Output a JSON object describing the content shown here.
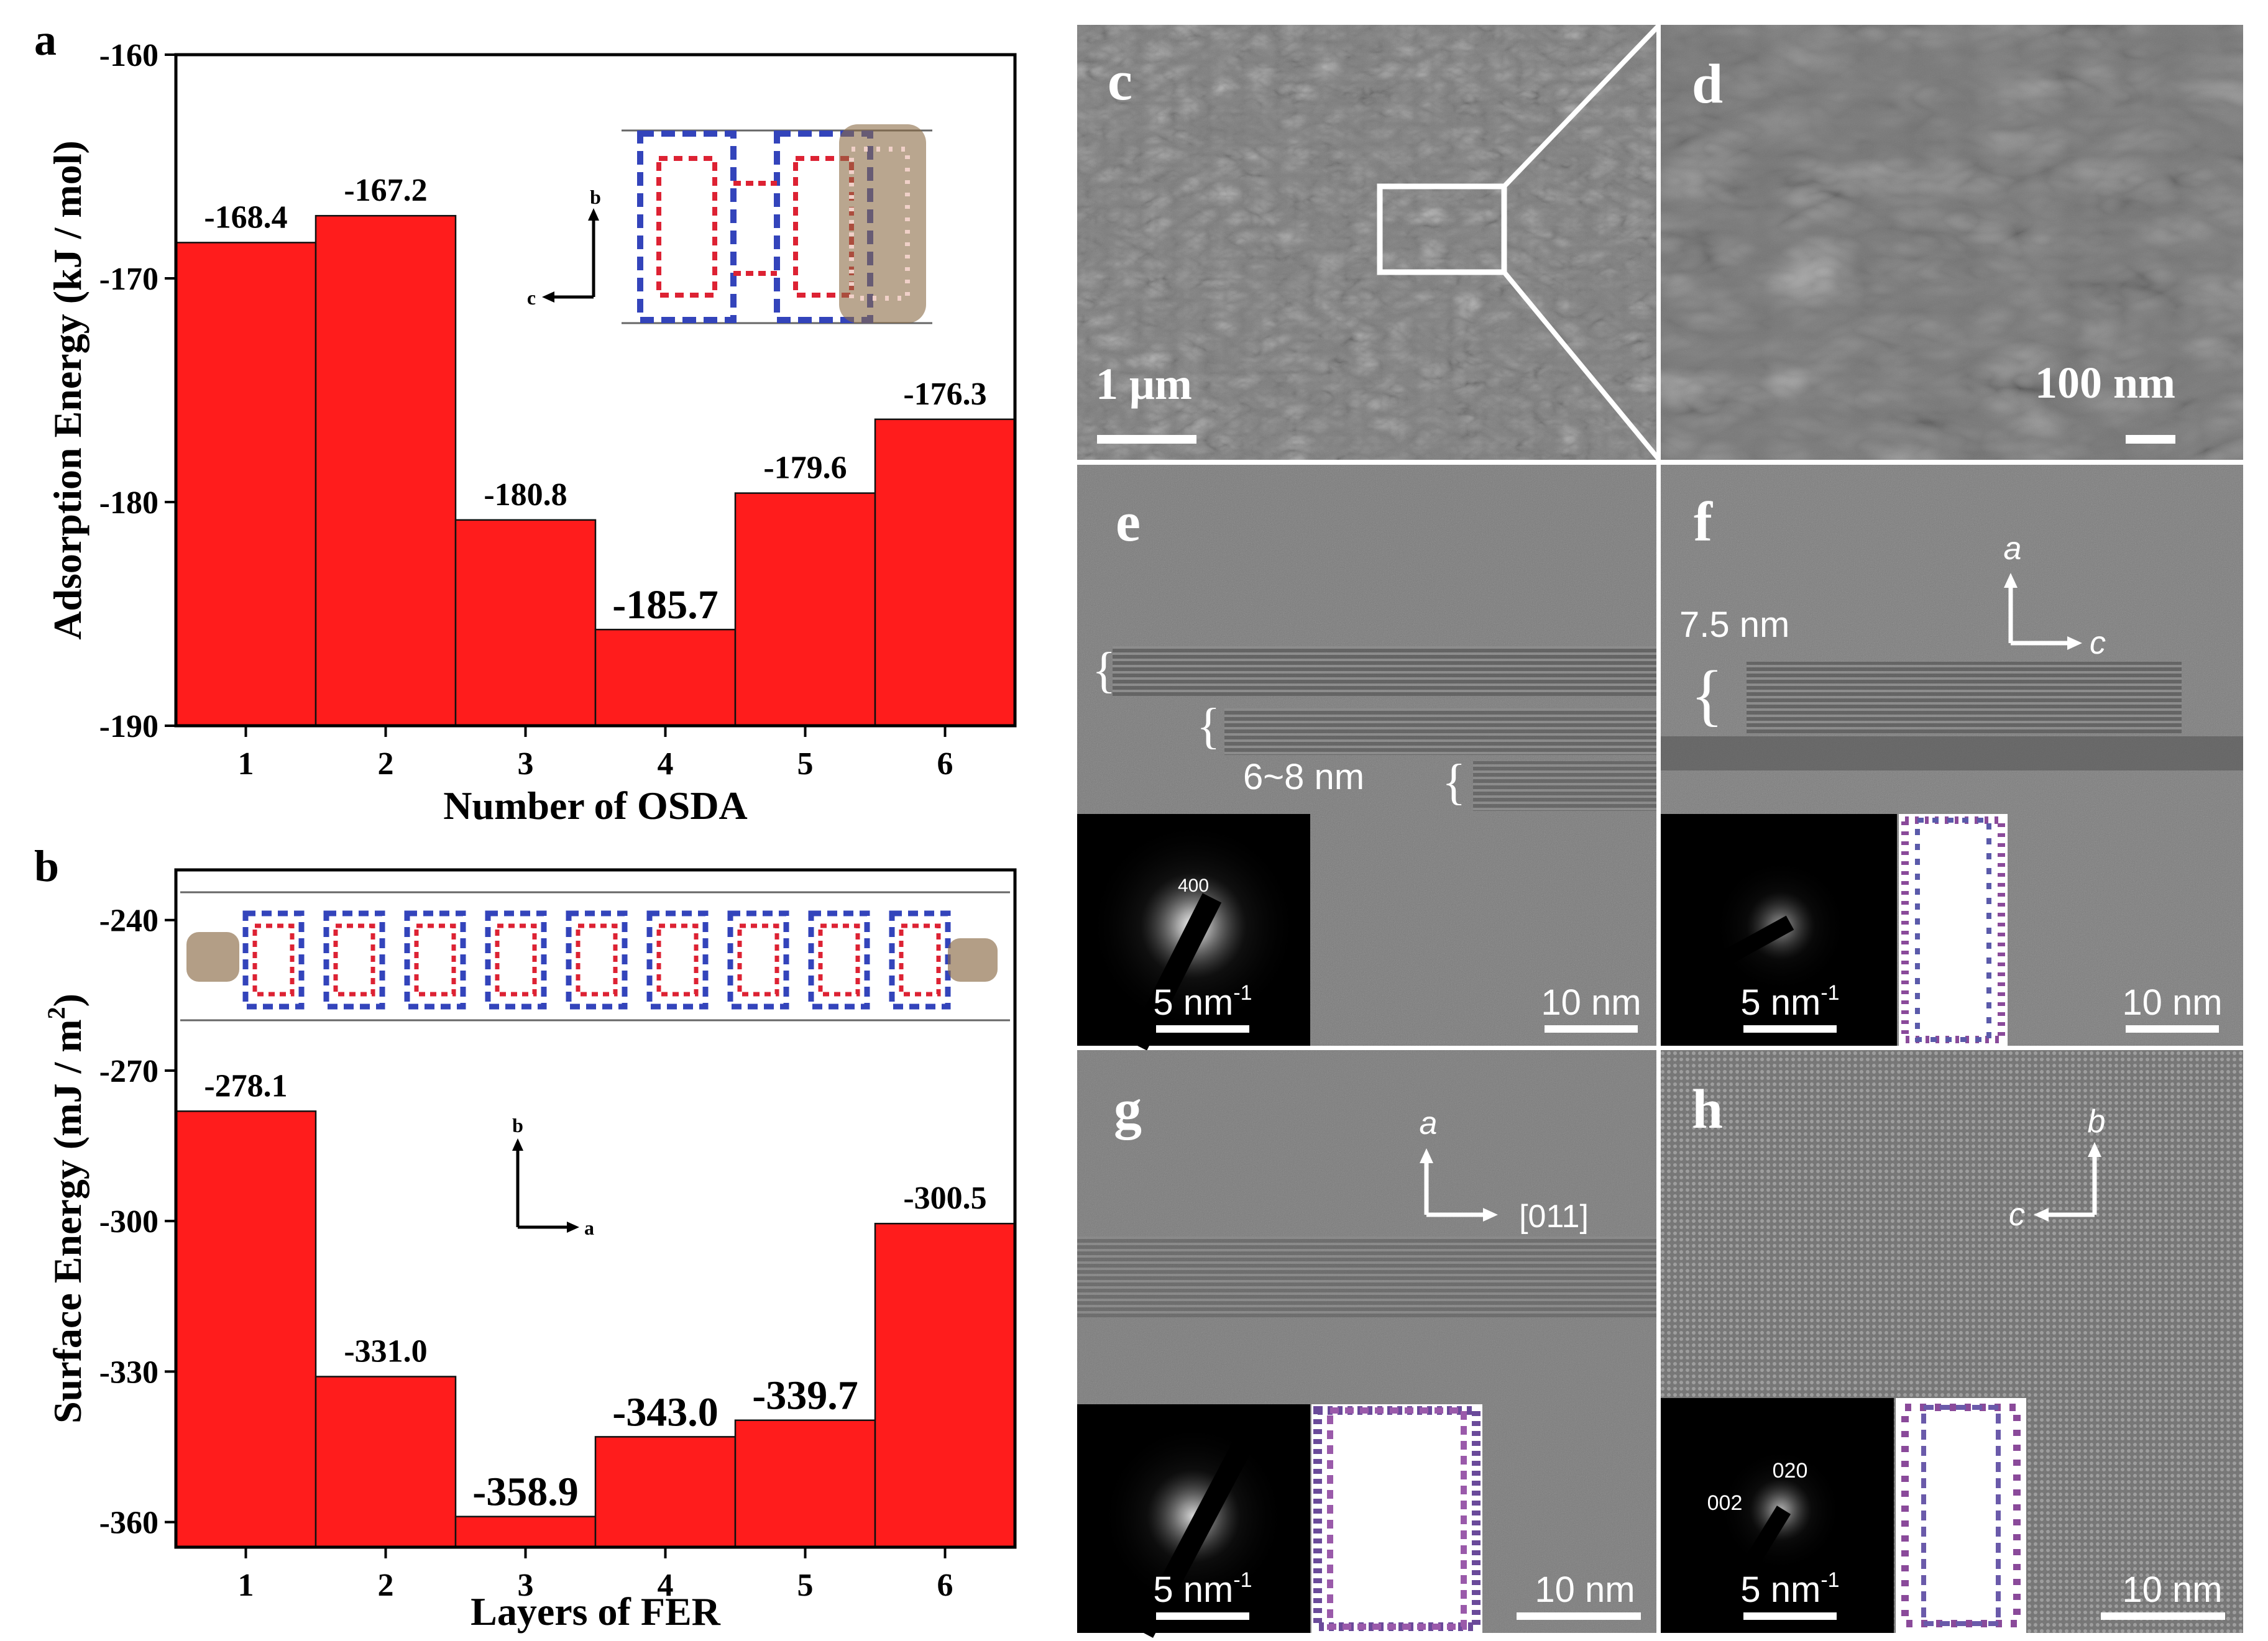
{
  "colors": {
    "bar": "#ff1c1c",
    "bar_stroke": "#111111",
    "atom_si": "#3344bb",
    "atom_o": "#dd2233",
    "osda": "#8a6a45",
    "micrograph_bg": "#808080",
    "scale_white": "#ffffff"
  },
  "chart_data": [
    {
      "panel": "a",
      "type": "bar",
      "categories": [
        "1",
        "2",
        "3",
        "4",
        "5",
        "6"
      ],
      "values": [
        -168.4,
        -167.2,
        -180.8,
        -185.7,
        -179.6,
        -176.3
      ],
      "value_labels": [
        "-168.4",
        "-167.2",
        "-180.8",
        "-185.7",
        "-179.6",
        "-176.3"
      ],
      "xlabel": "Number of OSDA",
      "ylabel": "Adsorption Energy (kJ / mol)",
      "ylim": [
        -190,
        -160
      ],
      "yticks": [
        "-160",
        "-170",
        "-180",
        "-190"
      ],
      "inset_axes": {
        "vertical": "b",
        "horizontal": "c"
      }
    },
    {
      "panel": "b",
      "type": "bar",
      "categories": [
        "1",
        "2",
        "3",
        "4",
        "5",
        "6"
      ],
      "values": [
        -278.1,
        -331.0,
        -358.9,
        -343.0,
        -339.7,
        -300.5
      ],
      "value_labels": [
        "-278.1",
        "-331.0",
        "-358.9",
        "-343.0",
        "-339.7",
        "-300.5"
      ],
      "xlabel": "Layers of FER",
      "ylabel": "Surface Energy (mJ / m",
      "ylabel_sup": "2",
      "ylabel_end": ")",
      "ylim": [
        -365,
        -230
      ],
      "yticks": [
        "-240",
        "-270",
        "-300",
        "-330",
        "-360"
      ],
      "inset_axes": {
        "vertical": "b",
        "horizontal": "a"
      }
    }
  ],
  "micrographs": {
    "c": {
      "label": "c",
      "scale": "1 μm"
    },
    "d": {
      "label": "d",
      "scale": "100 nm"
    },
    "e": {
      "label": "e",
      "scale": "10 nm",
      "thickness": "6~8 nm",
      "saed_scale": "5 nm",
      "saed_sup": "-1",
      "spot": "400"
    },
    "f": {
      "label": "f",
      "scale": "10 nm",
      "thickness": "7.5 nm",
      "axis_v": "a",
      "axis_h": "c",
      "saed_scale": "5 nm",
      "saed_sup": "-1"
    },
    "g": {
      "label": "g",
      "scale": "10 nm",
      "axis_v": "a",
      "axis_h": "[011]",
      "saed_scale": "5 nm",
      "saed_sup": "-1"
    },
    "h": {
      "label": "h",
      "scale": "10 nm",
      "axis_v": "b",
      "axis_h": "c",
      "saed_scale": "5 nm",
      "saed_sup": "-1",
      "spot1": "020",
      "spot2": "002"
    }
  }
}
